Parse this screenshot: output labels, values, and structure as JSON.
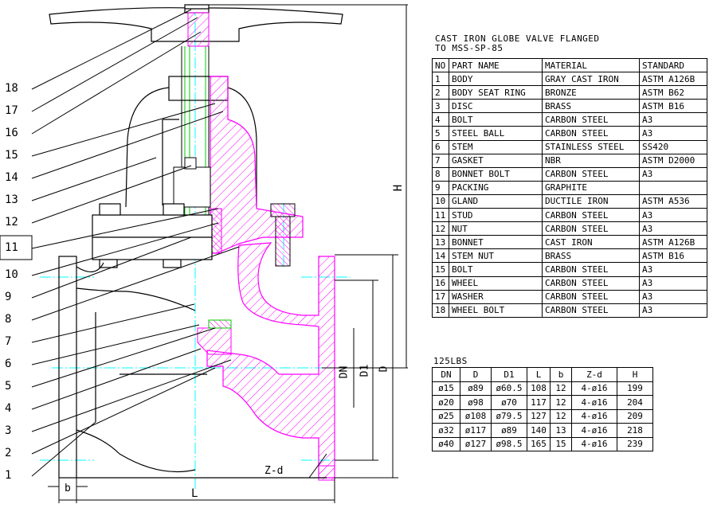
{
  "title_line1": "CAST IRON GLOBE VALVE FLANGED",
  "title_line2": "TO MSS-SP-85",
  "parts_header": [
    "NO",
    "PART NAME",
    "MATERIAL",
    "STANDARD"
  ],
  "parts": [
    [
      "1",
      "BODY",
      "GRAY CAST IRON",
      "ASTM A126B"
    ],
    [
      "2",
      "BODY SEAT RING",
      "BRONZE",
      "ASTM B62"
    ],
    [
      "3",
      "DISC",
      "BRASS",
      "ASTM B16"
    ],
    [
      "4",
      "BOLT",
      "CARBON STEEL",
      "A3"
    ],
    [
      "5",
      "STEEL BALL",
      "CARBON STEEL",
      "A3"
    ],
    [
      "6",
      "STEM",
      "STAINLESS STEEL",
      "SS420"
    ],
    [
      "7",
      "GASKET",
      "NBR",
      "ASTM D2000"
    ],
    [
      "8",
      "BONNET BOLT",
      "CARBON STEEL",
      "A3"
    ],
    [
      "9",
      "PACKING",
      "GRAPHITE",
      ""
    ],
    [
      "10",
      "GLAND",
      "DUCTILE IRON",
      "ASTM A536"
    ],
    [
      "11",
      "STUD",
      "CARBON STEEL",
      "A3"
    ],
    [
      "12",
      "NUT",
      "CARBON STEEL",
      "A3"
    ],
    [
      "13",
      "BONNET",
      "CAST IRON",
      "ASTM A126B"
    ],
    [
      "14",
      "STEM NUT",
      "BRASS",
      "ASTM B16"
    ],
    [
      "15",
      "BOLT",
      "CARBON STEEL",
      "A3"
    ],
    [
      "16",
      "WHEEL",
      "CARBON STEEL",
      "A3"
    ],
    [
      "17",
      "WASHER",
      "CARBON STEEL",
      "A3"
    ],
    [
      "18",
      "WHEEL BOLT",
      "CARBON STEEL",
      "A3"
    ]
  ],
  "dims_title": "125LBS",
  "dims_header": [
    "DN",
    "D",
    "D1",
    "L",
    "b",
    "Z-d",
    "H"
  ],
  "dims": [
    [
      "ø15",
      "ø89",
      "ø60.5",
      "108",
      "12",
      "4-ø16",
      "199"
    ],
    [
      "ø20",
      "ø98",
      "ø70",
      "117",
      "12",
      "4-ø16",
      "204"
    ],
    [
      "ø25",
      "ø108",
      "ø79.5",
      "127",
      "12",
      "4-ø16",
      "209"
    ],
    [
      "ø32",
      "ø117",
      "ø89",
      "140",
      "13",
      "4-ø16",
      "218"
    ],
    [
      "ø40",
      "ø127",
      "ø98.5",
      "165",
      "15",
      "4-ø16",
      "239"
    ]
  ],
  "callouts": [
    "18",
    "17",
    "16",
    "15",
    "14",
    "13",
    "12",
    "11",
    "10",
    "9",
    "8",
    "7",
    "6",
    "5",
    "4",
    "3",
    "2",
    "1"
  ],
  "dim_labels": {
    "H": "H",
    "DN": "DN",
    "D1": "D1",
    "D": "D",
    "Zd": "Z-d",
    "b": "b",
    "L": "L"
  },
  "colors": {
    "hatch": "#ff00ff",
    "centerline": "#00ffff",
    "stem": "#00cc00",
    "line": "#000000"
  }
}
